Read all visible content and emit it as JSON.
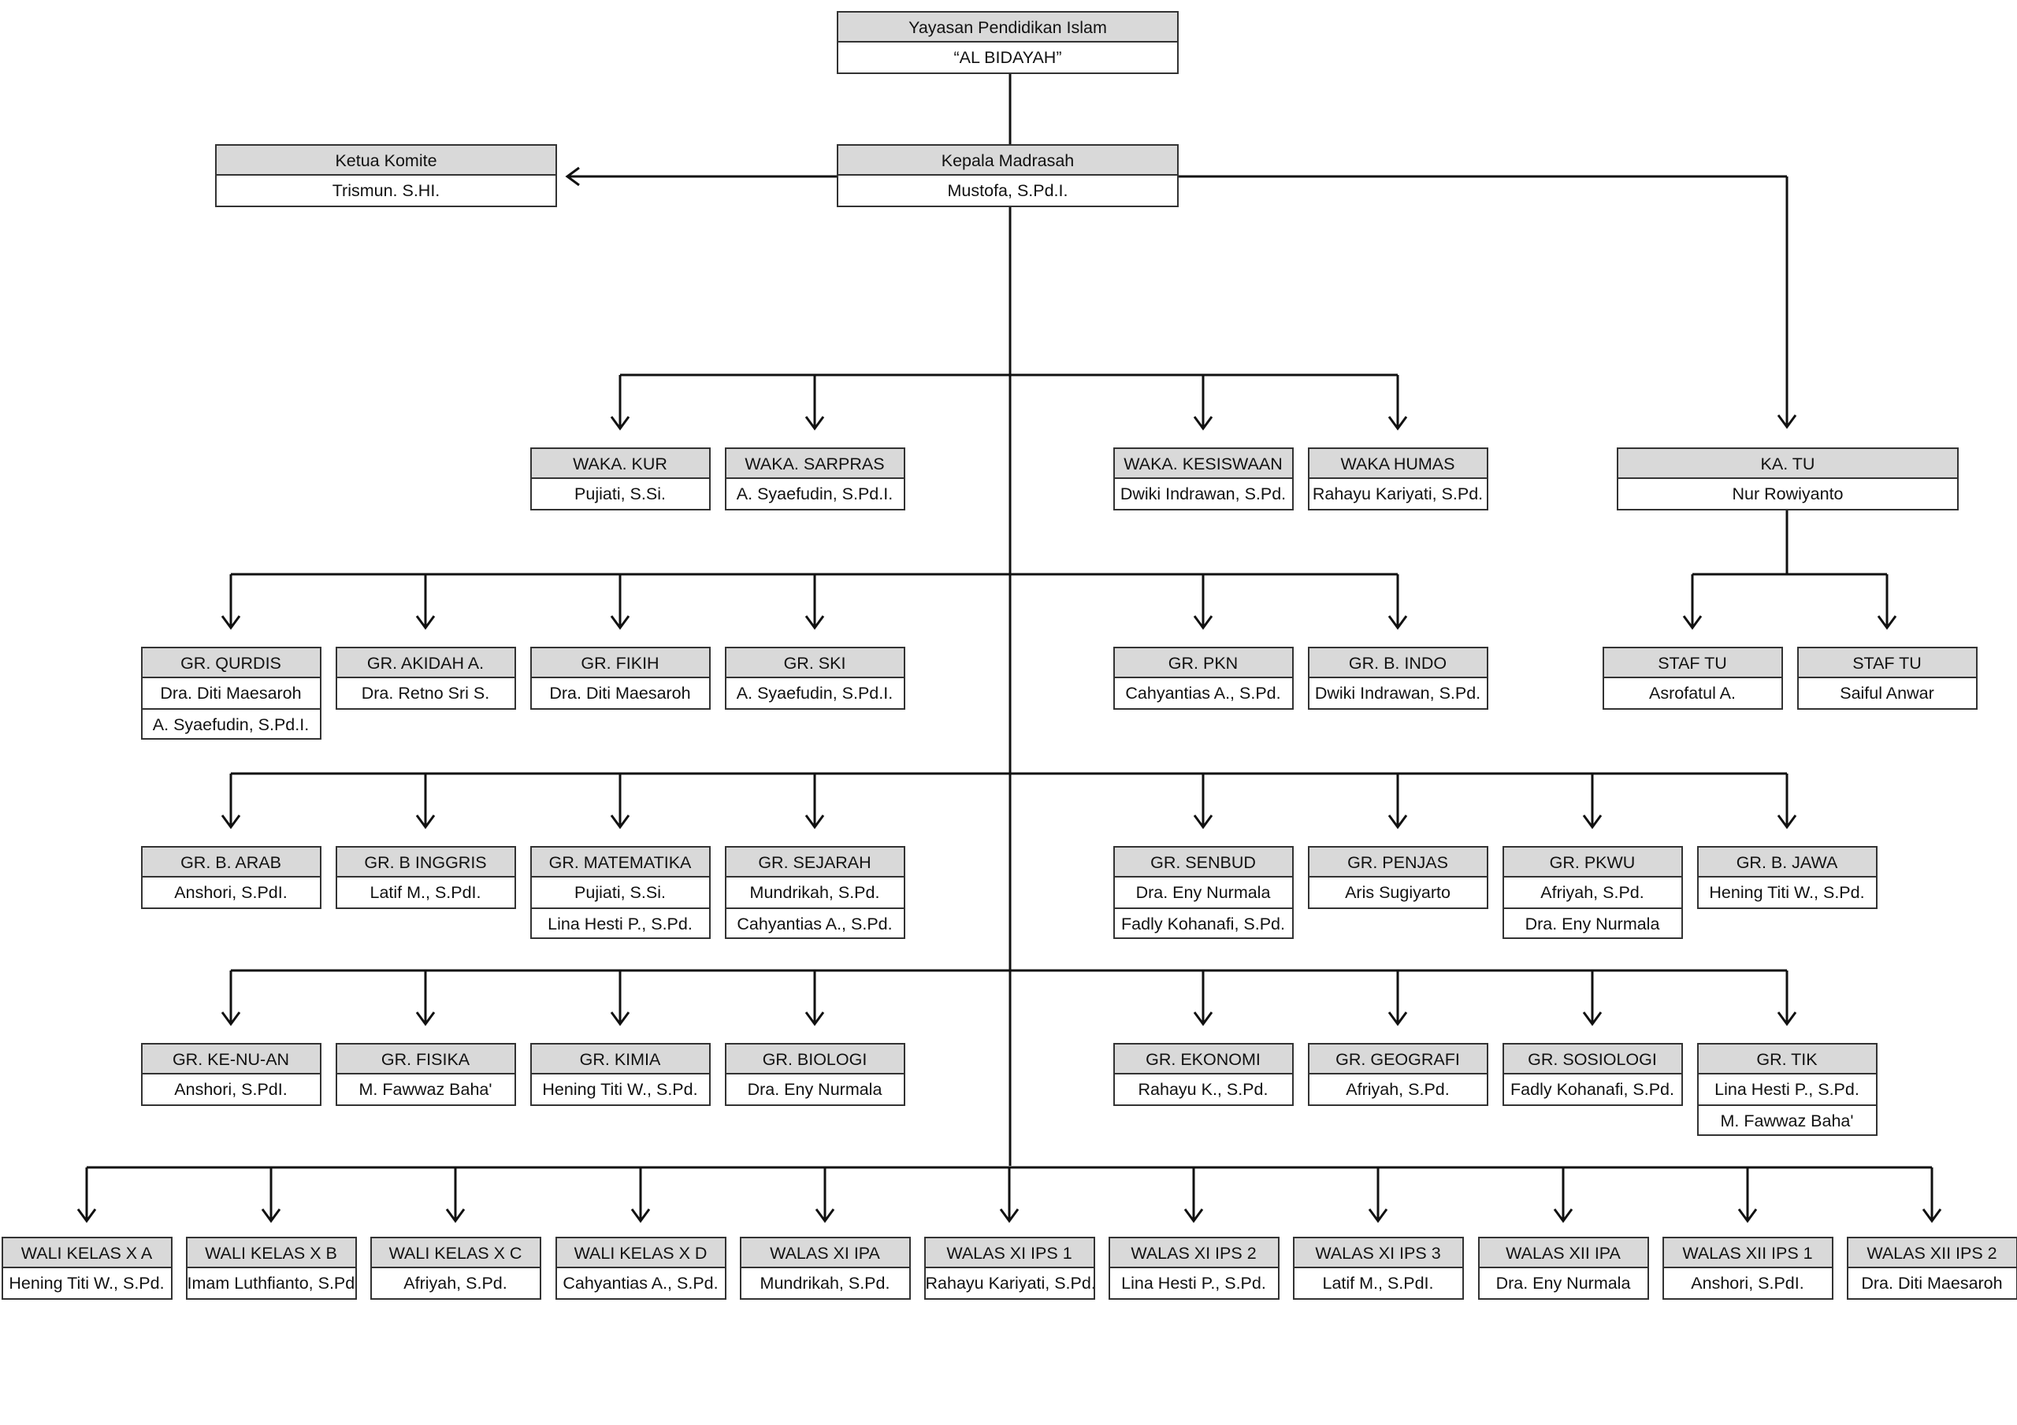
{
  "top": {
    "title": "Yayasan Pendidikan Islam",
    "subtitle": "“AL BIDAYAH”"
  },
  "kepala": {
    "title": "Kepala Madrasah",
    "name": "Mustofa, S.Pd.I."
  },
  "komite": {
    "title": "Ketua Komite",
    "name": "Trismun. S.HI."
  },
  "katu": {
    "title": "KA. TU",
    "name": "Nur Rowiyanto"
  },
  "waka": [
    {
      "title": "WAKA. KUR",
      "names": [
        "Pujiati, S.Si."
      ]
    },
    {
      "title": "WAKA. SARPRAS",
      "names": [
        "A. Syaefudin, S.Pd.I."
      ]
    },
    {
      "title": "WAKA. KESISWAAN",
      "names": [
        "Dwiki Indrawan, S.Pd."
      ]
    },
    {
      "title": "WAKA HUMAS",
      "names": [
        "Rahayu Kariyati, S.Pd."
      ]
    }
  ],
  "staf": [
    {
      "title": "STAF TU",
      "names": [
        "Asrofatul A."
      ]
    },
    {
      "title": "STAF TU",
      "names": [
        "Saiful Anwar"
      ]
    }
  ],
  "row1": [
    {
      "title": "GR. QURDIS",
      "names": [
        "Dra. Diti Maesaroh",
        "A. Syaefudin, S.Pd.I."
      ]
    },
    {
      "title": "GR. AKIDAH A.",
      "names": [
        "Dra. Retno Sri S."
      ]
    },
    {
      "title": "GR. FIKIH",
      "names": [
        "Dra. Diti Maesaroh"
      ]
    },
    {
      "title": "GR. SKI",
      "names": [
        "A. Syaefudin, S.Pd.I."
      ]
    },
    {
      "title": "GR. PKN",
      "names": [
        "Cahyantias A., S.Pd."
      ]
    },
    {
      "title": "GR. B. INDO",
      "names": [
        "Dwiki Indrawan, S.Pd."
      ]
    }
  ],
  "row2": [
    {
      "title": "GR. B. ARAB",
      "names": [
        "Anshori, S.PdI."
      ]
    },
    {
      "title": "GR. B INGGRIS",
      "names": [
        "Latif M., S.PdI."
      ]
    },
    {
      "title": "GR. MATEMATIKA",
      "names": [
        "Pujiati, S.Si.",
        "Lina Hesti P., S.Pd."
      ]
    },
    {
      "title": "GR. SEJARAH",
      "names": [
        "Mundrikah, S.Pd.",
        "Cahyantias A., S.Pd."
      ]
    },
    {
      "title": "GR. SENBUD",
      "names": [
        "Dra. Eny Nurmala",
        "Fadly Kohanafi, S.Pd."
      ]
    },
    {
      "title": "GR. PENJAS",
      "names": [
        "Aris Sugiyarto"
      ]
    },
    {
      "title": "GR. PKWU",
      "names": [
        "Afriyah, S.Pd.",
        "Dra. Eny Nurmala"
      ]
    },
    {
      "title": "GR. B. JAWA",
      "names": [
        "Hening Titi W., S.Pd."
      ]
    }
  ],
  "row3": [
    {
      "title": "GR. KE-NU-AN",
      "names": [
        "Anshori, S.PdI."
      ]
    },
    {
      "title": "GR. FISIKA",
      "names": [
        "M. Fawwaz Baha'"
      ]
    },
    {
      "title": "GR. KIMIA",
      "names": [
        "Hening Titi W., S.Pd."
      ]
    },
    {
      "title": "GR. BIOLOGI",
      "names": [
        "Dra. Eny Nurmala"
      ]
    },
    {
      "title": "GR. EKONOMI",
      "names": [
        "Rahayu K., S.Pd."
      ]
    },
    {
      "title": "GR. GEOGRAFI",
      "names": [
        "Afriyah, S.Pd."
      ]
    },
    {
      "title": "GR. SOSIOLOGI",
      "names": [
        "Fadly Kohanafi, S.Pd."
      ]
    },
    {
      "title": "GR. TIK",
      "names": [
        "Lina Hesti P., S.Pd.",
        "M. Fawwaz Baha'"
      ]
    }
  ],
  "wali": [
    {
      "title": "WALI KELAS X A",
      "names": [
        "Hening Titi W., S.Pd."
      ]
    },
    {
      "title": "WALI KELAS X B",
      "names": [
        "Imam Luthfianto, S.Pd."
      ]
    },
    {
      "title": "WALI KELAS X C",
      "names": [
        "Afriyah, S.Pd."
      ]
    },
    {
      "title": "WALI KELAS X D",
      "names": [
        "Cahyantias A., S.Pd."
      ]
    },
    {
      "title": "WALAS XI IPA",
      "names": [
        "Mundrikah, S.Pd."
      ]
    },
    {
      "title": "WALAS XI IPS 1",
      "names": [
        "Rahayu Kariyati, S.Pd."
      ]
    },
    {
      "title": "WALAS XI IPS 2",
      "names": [
        "Lina Hesti P., S.Pd."
      ]
    },
    {
      "title": "WALAS XI IPS 3",
      "names": [
        "Latif M., S.PdI."
      ]
    },
    {
      "title": "WALAS XII IPA",
      "names": [
        "Dra. Eny Nurmala"
      ]
    },
    {
      "title": "WALAS XII IPS 1",
      "names": [
        "Anshori, S.PdI."
      ]
    },
    {
      "title": "WALAS XII IPS 2",
      "names": [
        "Dra. Diti Maesaroh"
      ]
    }
  ]
}
